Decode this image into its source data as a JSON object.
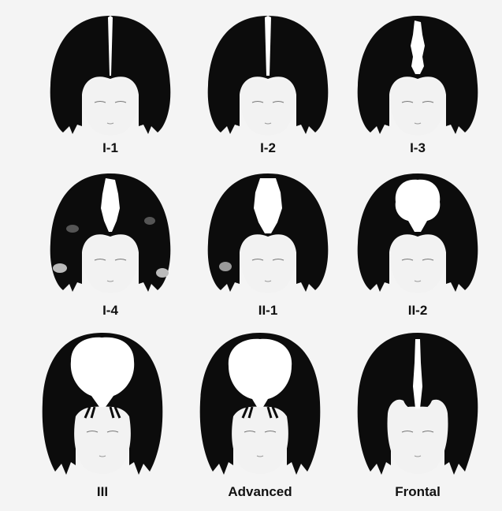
{
  "figure": {
    "panels": [
      {
        "label": "I-1",
        "stage": "part-line"
      },
      {
        "label": "I-2",
        "stage": "part-line"
      },
      {
        "label": "I-3",
        "stage": "thinning"
      },
      {
        "label": "I-4",
        "stage": "thinning"
      },
      {
        "label": "II-1",
        "stage": "thinning"
      },
      {
        "label": "II-2",
        "stage": "crown"
      },
      {
        "label": "III",
        "stage": "crown"
      },
      {
        "label": "Advanced",
        "stage": "crown"
      },
      {
        "label": "Frontal",
        "stage": "frontal"
      }
    ],
    "colors": {
      "hair": "#0c0c0c",
      "skin": "#f2f2f2",
      "scalp": "#ffffff",
      "background": "#f4f4f4"
    }
  }
}
